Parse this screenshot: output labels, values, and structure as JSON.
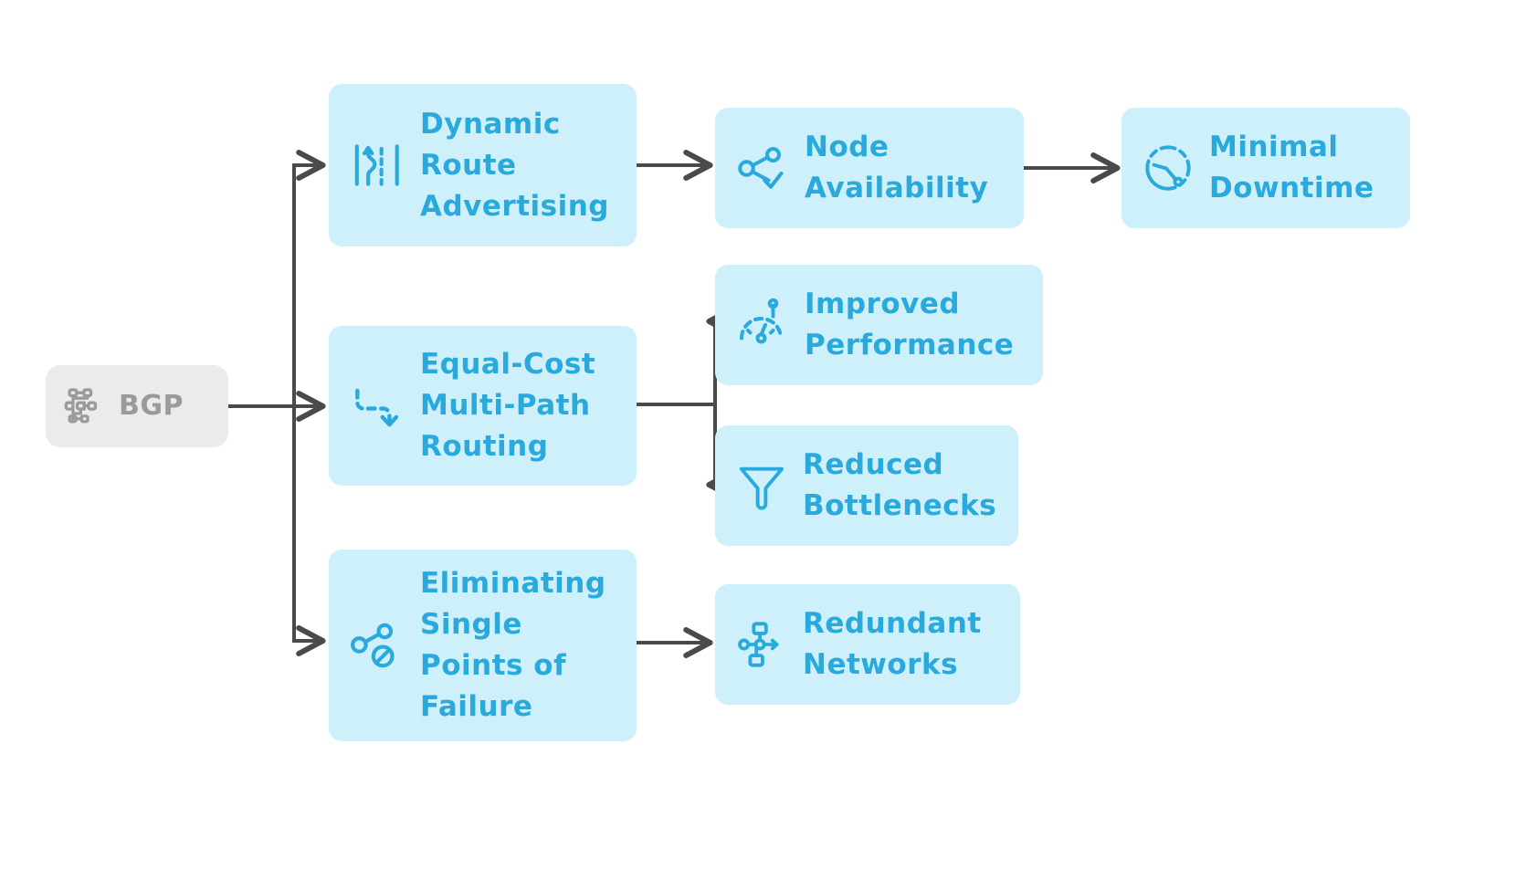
{
  "diagram": {
    "title": "BGP benefits flowchart",
    "background_color": "#ffffff",
    "edge_color": "#4a4a4a",
    "node_blue_fill": "#cdf0fb",
    "node_blue_text": "#2aa9dc",
    "node_root_fill": "#ebebeb",
    "node_root_text": "#9a9a9a"
  },
  "nodes": {
    "root": {
      "label": "BGP",
      "icon": "network-topology-icon"
    },
    "dynamic_route": {
      "label": "Dynamic\nRoute\nAdvertising",
      "icon": "route-change-icon"
    },
    "node_availability": {
      "label": "Node\nAvailability",
      "icon": "share-check-icon"
    },
    "minimal_downtime": {
      "label": "Minimal\nDowntime",
      "icon": "dashed-clock-icon"
    },
    "ecmp": {
      "label": "Equal-Cost\nMulti-Path\nRouting",
      "icon": "dashed-turn-arrow-icon"
    },
    "improved_performance": {
      "label": "Improved\nPerformance",
      "icon": "gauge-icon"
    },
    "reduced_bottlenecks": {
      "label": "Reduced\nBottlenecks",
      "icon": "funnel-icon"
    },
    "spof": {
      "label": "Eliminating\nSingle\nPoints of\nFailure",
      "icon": "share-blocked-icon"
    },
    "redundant_networks": {
      "label": "Redundant\nNetworks",
      "icon": "redundant-network-icon"
    }
  },
  "edges": [
    {
      "name": "bgp-to-dynamic-route",
      "from": "root",
      "to": "dynamic_route"
    },
    {
      "name": "bgp-to-ecmp",
      "from": "root",
      "to": "ecmp"
    },
    {
      "name": "bgp-to-spof",
      "from": "root",
      "to": "spof"
    },
    {
      "name": "dynamic-route-to-node-availability",
      "from": "dynamic_route",
      "to": "node_availability"
    },
    {
      "name": "node-availability-to-minimal-downtime",
      "from": "node_availability",
      "to": "minimal_downtime"
    },
    {
      "name": "ecmp-to-improved-performance",
      "from": "ecmp",
      "to": "improved_performance"
    },
    {
      "name": "ecmp-to-reduced-bottlenecks",
      "from": "ecmp",
      "to": "reduced_bottlenecks"
    },
    {
      "name": "spof-to-redundant-networks",
      "from": "spof",
      "to": "redundant_networks"
    }
  ]
}
